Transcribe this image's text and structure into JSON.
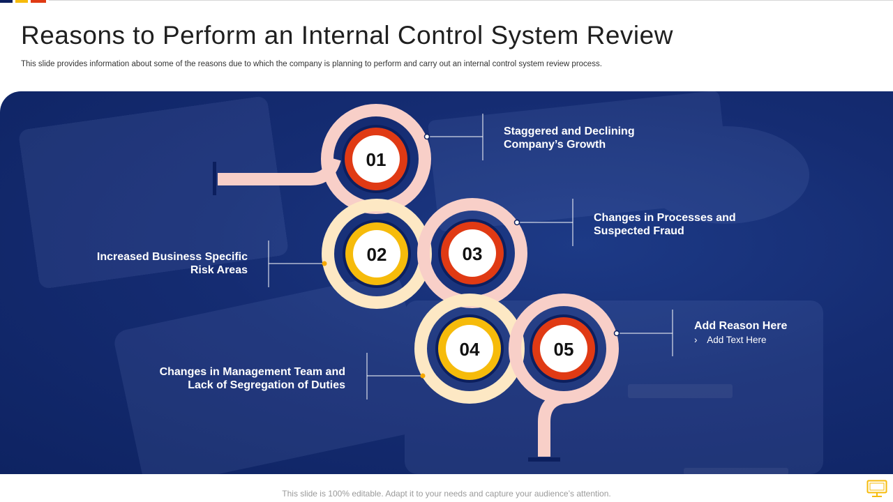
{
  "title": "Reasons to Perform an Internal Control System Review",
  "subtitle": "This slide provides information about some of the reasons due to which the company is planning to perform and carry out an internal control system review process.",
  "steps": [
    {
      "number": "01",
      "label_line1": "Staggered and Declining",
      "label_line2": "Company’s Growth"
    },
    {
      "number": "02",
      "label_line1": "Increased Business Specific",
      "label_line2": "Risk Areas"
    },
    {
      "number": "03",
      "label_line1": "Changes in Processes and",
      "label_line2": "Suspected Fraud"
    },
    {
      "number": "04",
      "label_line1": "Changes in Management Team and",
      "label_line2": "Lack of Segregation of Duties"
    },
    {
      "number": "05",
      "label_line1": "Add Reason Here",
      "bullet": "›",
      "sub_text": "Add Text Here"
    }
  ],
  "footer": "This slide is 100% editable. Adapt it to your needs and capture your audience’s attention.",
  "colors": {
    "panel_navy": "#152c72",
    "ring_pink": "#f8cfc8",
    "ring_cream": "#fde8c4",
    "circle_red": "#e03a14",
    "circle_yellow": "#f6bb0b",
    "accent_orange": "#f6a800",
    "dark_navy": "#0c1f5e"
  },
  "icons": {
    "presentation": "monitor-icon"
  }
}
